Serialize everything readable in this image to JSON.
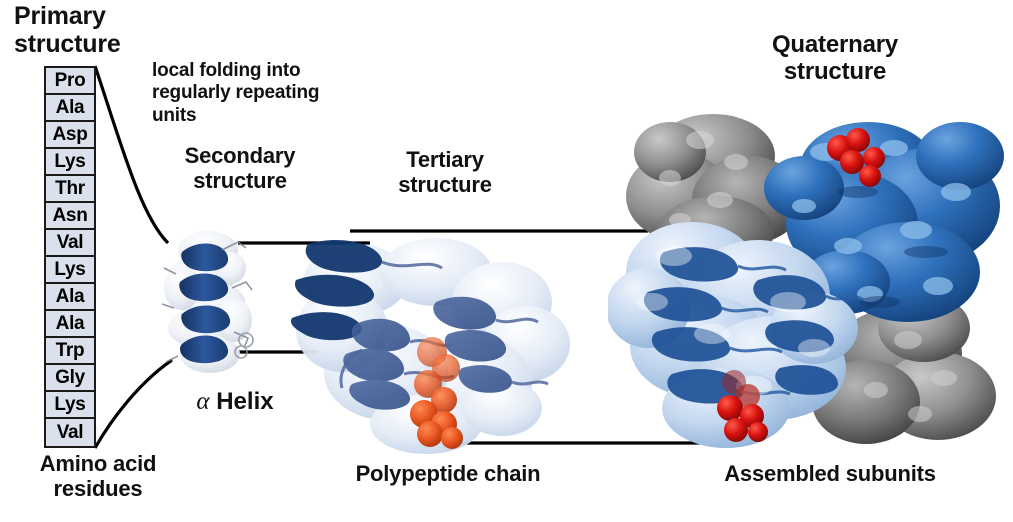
{
  "figure": {
    "background": "#ffffff",
    "title_color": "#111111"
  },
  "primary": {
    "title": "Primary\nstructure",
    "caption": "Amino acid\nresidues",
    "residues": [
      "Pro",
      "Ala",
      "Asp",
      "Lys",
      "Thr",
      "Asn",
      "Val",
      "Lys",
      "Ala",
      "Ala",
      "Trp",
      "Gly",
      "Lys",
      "Val"
    ],
    "box_fill": "#dbe1ec",
    "box_border": "#1a1a1a"
  },
  "secondary": {
    "annotation": "local folding into\nregularly repeating\nunits",
    "title": "Secondary\nstructure",
    "caption_greek": "α",
    "caption_text": " Helix",
    "ribbon_color": "#1d3f7d",
    "surface_color": "#f2f4f7"
  },
  "tertiary": {
    "title": "Tertiary\nstructure",
    "caption": "Polypeptide chain",
    "ribbon_color": "#5a76ad",
    "dark_ribbon_color": "#173b74",
    "surface_color": "#dce6f3",
    "heme_color": "#e04a20"
  },
  "quaternary": {
    "title": "Quaternary\nstructure",
    "caption": "Assembled subunits",
    "subunit_blue": "#2a6ab5",
    "subunit_light_blue": "#b9d0ea",
    "subunit_gray": "#8a8a8a",
    "subunit_dark_gray": "#555555",
    "heme_color": "#cc1111"
  },
  "connectors": {
    "line_color": "#000000",
    "line_width": 3
  }
}
